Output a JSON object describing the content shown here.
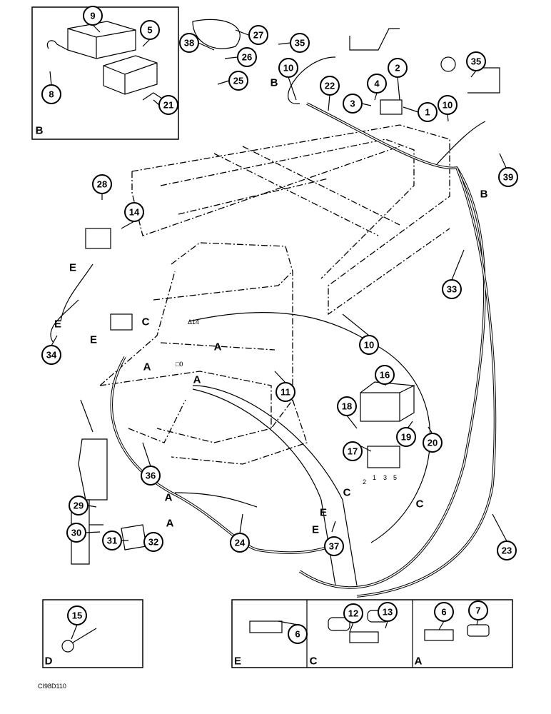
{
  "callouts": [
    "27",
    "26",
    "25",
    "38",
    "35",
    "10",
    "22",
    "2",
    "4",
    "3",
    "1",
    "35",
    "10",
    "39",
    "9",
    "5",
    "8",
    "21",
    "28",
    "14",
    "34",
    "16",
    "18",
    "17",
    "19",
    "20",
    "11",
    "10",
    "33",
    "23",
    "36",
    "29",
    "30",
    "31",
    "32",
    "24",
    "37",
    "15",
    "6",
    "12",
    "13",
    "6",
    "7"
  ],
  "letters": [
    "B",
    "B",
    "B",
    "E",
    "E",
    "E",
    "C",
    "A",
    "A",
    "A",
    "A",
    "A",
    "C",
    "C",
    "E",
    "E",
    "D",
    "E",
    "C",
    "A"
  ],
  "small_labels": {
    "delta": "Δ14",
    "square": "□0",
    "pins": [
      "2",
      "1",
      "3",
      "5"
    ]
  },
  "drawing_code": "CI98D110"
}
